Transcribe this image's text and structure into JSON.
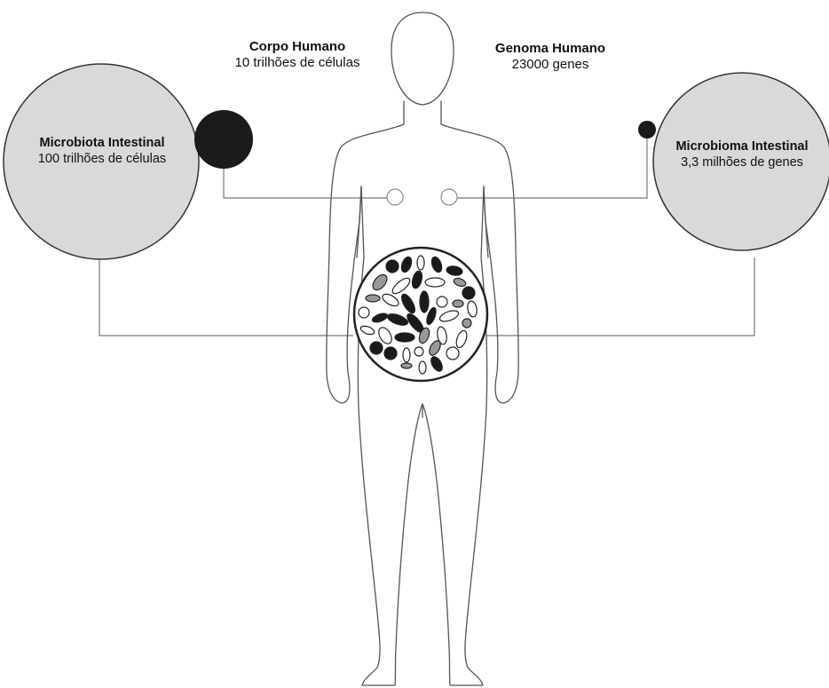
{
  "diagram": {
    "corpo_humano": {
      "title": "Corpo Humano",
      "subtitle": "10 trilhões de células"
    },
    "genoma_humano": {
      "title": "Genoma Humano",
      "subtitle": "23000 genes"
    },
    "microbiota_intestinal": {
      "title": "Microbiota Intestinal",
      "subtitle": "100 trilhões de células"
    },
    "microbioma_intestinal": {
      "title": "Microbioma Intestinal",
      "subtitle": "3,3 milhões de genes"
    }
  },
  "colors": {
    "large_circle_fill": "#d9d9d9",
    "outline": "#444444",
    "small_circle_fill": "#1a1a1a",
    "connector": "#7a7a7a",
    "body_outline": "#555555"
  }
}
